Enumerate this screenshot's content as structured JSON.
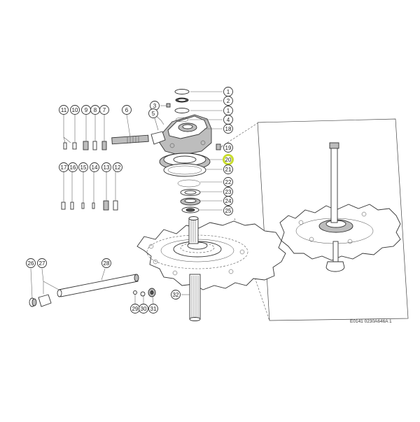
{
  "diagram": {
    "drawing_id": "E0141 0230A646A 1",
    "highlight_color": "#c9dd2e",
    "callouts": [
      {
        "label": "1"
      },
      {
        "label": "2"
      },
      {
        "label": "1"
      },
      {
        "label": "4"
      },
      {
        "label": "18"
      },
      {
        "label": "3"
      },
      {
        "label": "5"
      },
      {
        "label": "6"
      },
      {
        "label": "7"
      },
      {
        "label": "8"
      },
      {
        "label": "9"
      },
      {
        "label": "10"
      },
      {
        "label": "11"
      },
      {
        "label": "12"
      },
      {
        "label": "13"
      },
      {
        "label": "14"
      },
      {
        "label": "15"
      },
      {
        "label": "16"
      },
      {
        "label": "17"
      },
      {
        "label": "19"
      },
      {
        "label": "20"
      },
      {
        "label": "21"
      },
      {
        "label": "22"
      },
      {
        "label": "23"
      },
      {
        "label": "24"
      },
      {
        "label": "25"
      },
      {
        "label": "26"
      },
      {
        "label": "27"
      },
      {
        "label": "28"
      },
      {
        "label": "29"
      },
      {
        "label": "30"
      },
      {
        "label": "31"
      },
      {
        "label": "32"
      }
    ]
  }
}
